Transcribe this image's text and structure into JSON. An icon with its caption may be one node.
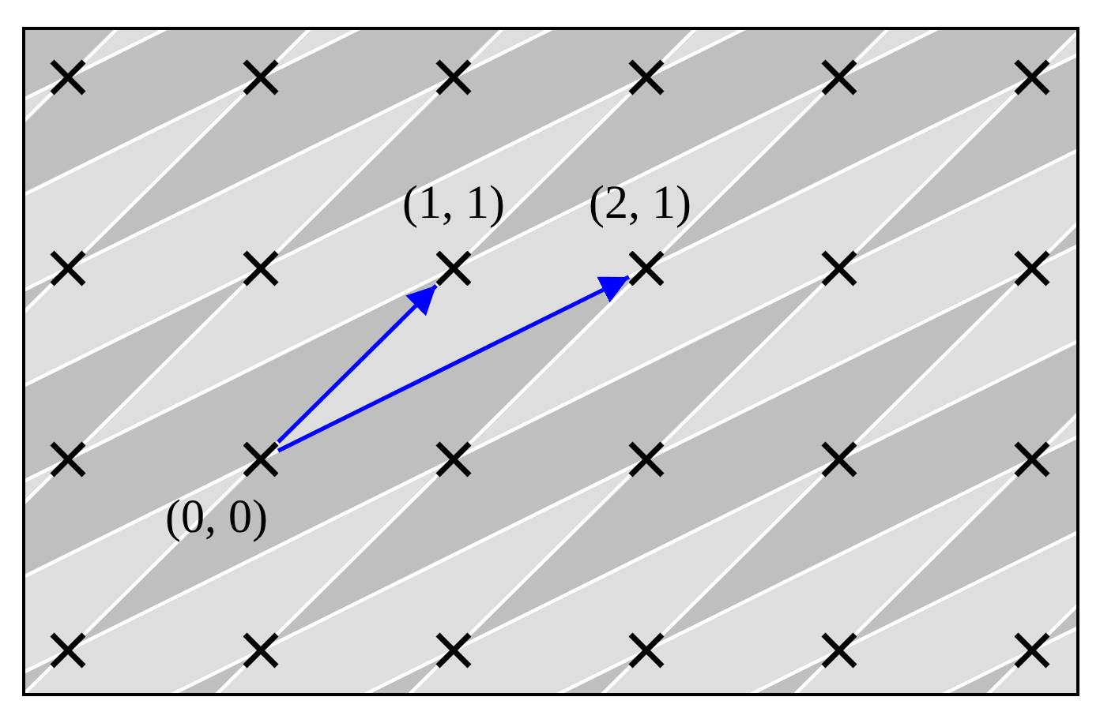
{
  "diagram": {
    "nodes": [
      {
        "text": [],
        "shape": "cross",
        "beside": [
          "(0, 0)"
        ]
      },
      {
        "text": [],
        "shape": "cross",
        "beside": [
          "(1, 1)"
        ]
      },
      {
        "text": [],
        "shape": "cross",
        "beside": [
          "(2, 1)"
        ]
      }
    ],
    "edges": [
      {
        "from": 0,
        "to": 1,
        "arrow": "to",
        "color": "#0000ff"
      },
      {
        "from": 0,
        "to": 2,
        "arrow": "to",
        "color": "#0000ff"
      }
    ]
  }
}
